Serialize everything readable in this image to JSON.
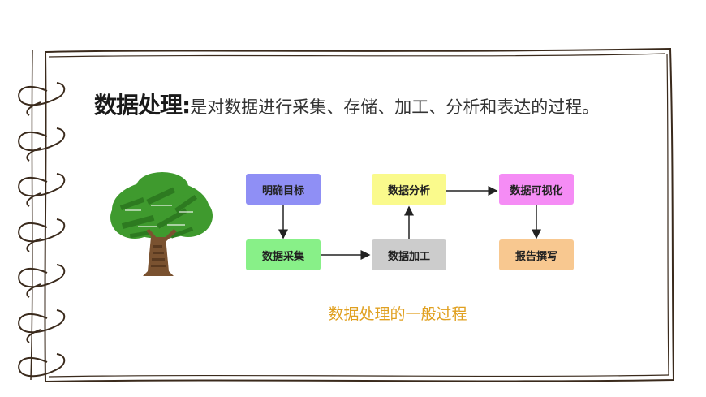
{
  "title": {
    "bold": "数据处理:",
    "rest": "是对数据进行采集、存储、加工、分析和表达的过程。"
  },
  "icons": {
    "tree": "word-cloud-tree-icon",
    "rings": "spiral-binding-rings-icon"
  },
  "diagram": {
    "nodes": [
      {
        "id": "goal",
        "label": "明确目标",
        "color": "#8f8ff5"
      },
      {
        "id": "collect",
        "label": "数据采集",
        "color": "#88f088"
      },
      {
        "id": "process",
        "label": "数据加工",
        "color": "#cccccc"
      },
      {
        "id": "analyze",
        "label": "数据分析",
        "color": "#fafa8c"
      },
      {
        "id": "visualize",
        "label": "数据可视化",
        "color": "#f58cf5"
      },
      {
        "id": "report",
        "label": "报告撰写",
        "color": "#f8c890"
      }
    ],
    "edges": [
      {
        "from": "goal",
        "to": "collect"
      },
      {
        "from": "collect",
        "to": "process"
      },
      {
        "from": "process",
        "to": "analyze"
      },
      {
        "from": "analyze",
        "to": "visualize"
      },
      {
        "from": "visualize",
        "to": "report"
      }
    ]
  },
  "caption": "数据处理的一般过程",
  "colors": {
    "caption": "#e0a020",
    "outline": "#3a2a1c"
  }
}
